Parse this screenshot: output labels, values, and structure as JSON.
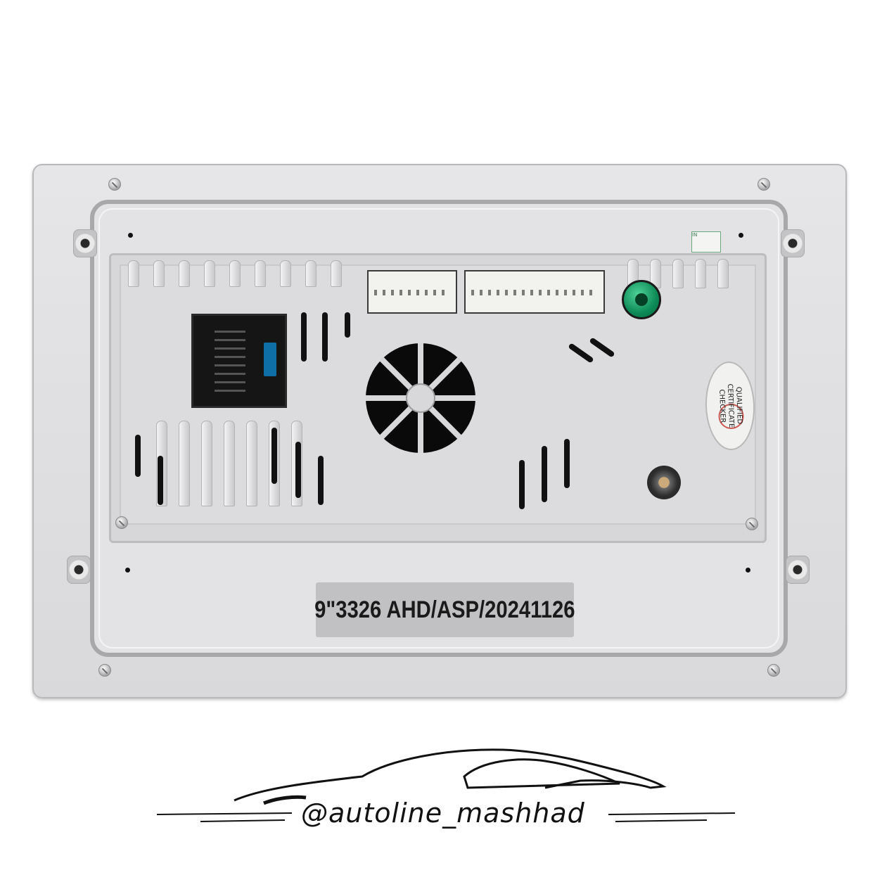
{
  "product": {
    "model_label": "9\"3326 AHD/ASP/20241126",
    "sticker_lines": [
      "QUALIFIED",
      "CERTIFICATE",
      "CHECKER"
    ],
    "terminal_label": "IN"
  },
  "watermark": {
    "handle": "@autoline_mashhad"
  },
  "colors": {
    "plate": "#e0e0e2",
    "frame": "#a8a8ab",
    "gps_connector": "#0d8a57",
    "fuse": "#0e6fa6",
    "model_plate": "#c1c1c3"
  }
}
